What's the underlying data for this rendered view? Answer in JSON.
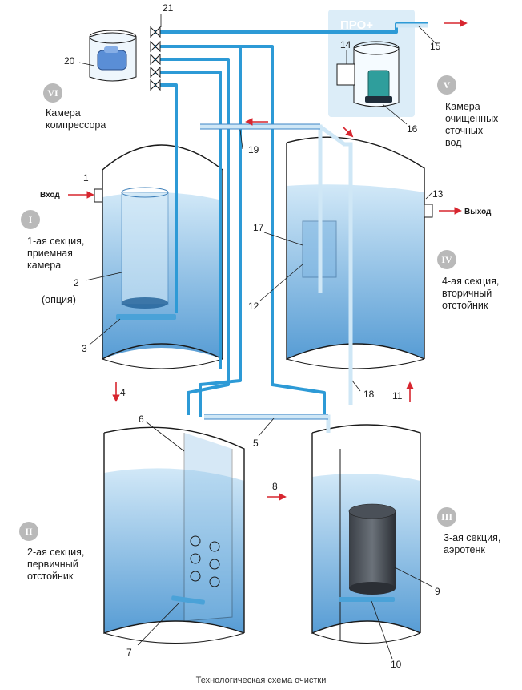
{
  "caption": "Технологическая схема очистки",
  "pro_badge": "ПРО+",
  "inlet_label": "Вход",
  "outlet_label": "Выход",
  "sections": {
    "s1": {
      "roman": "I",
      "lines": [
        "1-ая секция,",
        "приемная",
        "камера"
      ]
    },
    "s2": {
      "roman": "II",
      "lines": [
        "2-ая секция,",
        "первичный",
        "отстойник"
      ]
    },
    "s3": {
      "roman": "III",
      "lines": [
        "3-ая секция,",
        "аэротенк"
      ]
    },
    "s4": {
      "roman": "IV",
      "lines": [
        "4-ая секция,",
        "вторичный",
        "отстойник"
      ]
    },
    "s5": {
      "roman": "V",
      "lines": [
        "Камера",
        "очищенных",
        "сточных",
        "вод"
      ]
    },
    "s6": {
      "roman": "VI",
      "lines": [
        "Камера",
        "компрессора"
      ]
    }
  },
  "option_note": "(опция)",
  "numbers": [
    "1",
    "2",
    "3",
    "4",
    "5",
    "6",
    "7",
    "8",
    "9",
    "10",
    "11",
    "12",
    "13",
    "14",
    "15",
    "16",
    "17",
    "18",
    "19",
    "20",
    "21"
  ],
  "colors": {
    "water": "#b9dcf3",
    "water_dark": "#5b9fd6",
    "pipe": "#2d9ad6",
    "arrow": "#d7262f",
    "tank_line": "#1a1a1a",
    "badge": "#b9b9b9",
    "pro_bg": "#dcedf8"
  }
}
